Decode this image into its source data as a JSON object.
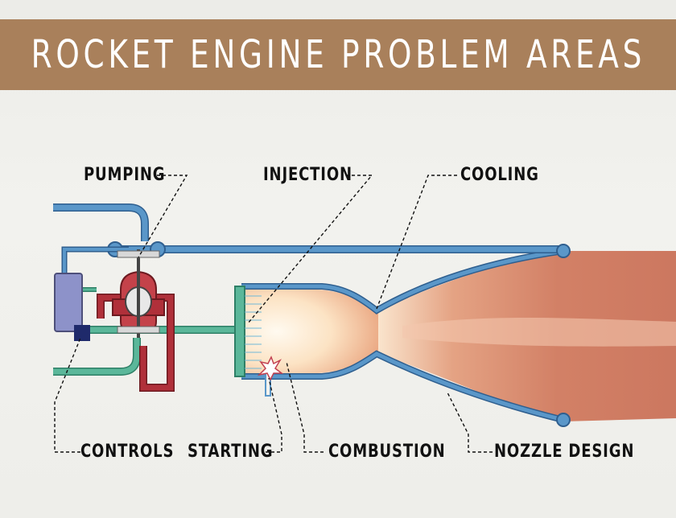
{
  "title": "ROCKET ENGINE PROBLEM AREAS",
  "labels": {
    "pumping": "PUMPING",
    "injection": "INJECTION",
    "cooling": "COOLING",
    "controls": "CONTROLS",
    "starting": "STARTING",
    "combustion": "COMBUSTION",
    "nozzle_design": "NOZZLE DESIGN"
  },
  "colors": {
    "banner": "#a9805b",
    "pipe_blue": "#5a97c9",
    "pipe_green": "#5bb79a",
    "pipe_red": "#b0303a",
    "controller": "#8d92c9",
    "flame": "#c96a4d"
  }
}
